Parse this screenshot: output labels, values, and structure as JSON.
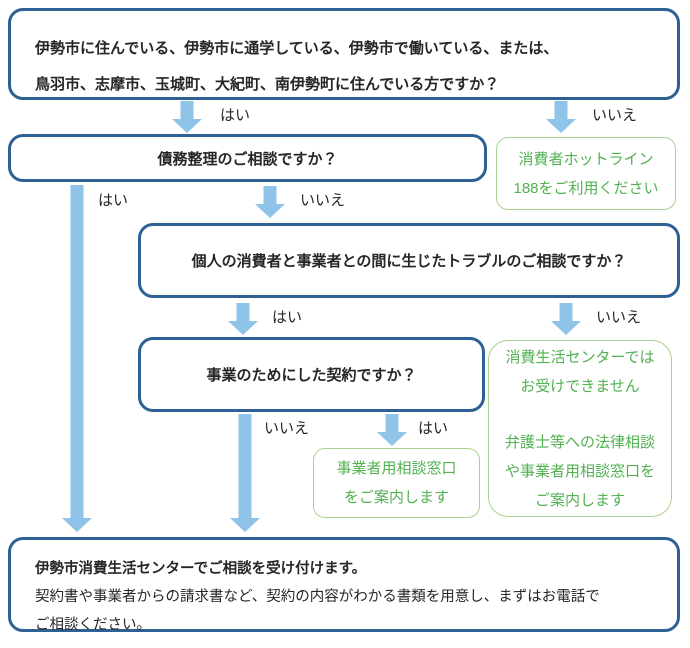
{
  "flow": {
    "q1": {
      "line1": "伊勢市に住んでいる、伊勢市に通学している、伊勢市で働いている、または、",
      "line2": "鳥羽市、志摩市、玉城町、大紀町、南伊勢町に住んでいる方ですか？"
    },
    "q2": {
      "text": "債務整理のご相談ですか？"
    },
    "q3": {
      "text": "個人の消費者と事業者との間に生じたトラブルのご相談ですか？"
    },
    "q4": {
      "text": "事業のためにした契約ですか？"
    },
    "g1": {
      "line1": "消費者ホットライン",
      "line2": "188をご利用ください"
    },
    "g2": {
      "line1": "消費生活センターでは",
      "line2": "お受けできません",
      "line3": "弁護士等への法律相談",
      "line4": "や事業者用相談窓口を",
      "line5": "ご案内します"
    },
    "g3": {
      "line1": "事業者用相談窓口",
      "line2": "をご案内します"
    },
    "result": {
      "line1": "伊勢市消費生活センターでご相談を受け付けます。",
      "line2": "契約書や事業者からの請求書など、契約の内容がわかる書類を用意し、まずはお電話で",
      "line3": "ご相談ください。"
    },
    "labels": {
      "yes": "はい",
      "no": "いいえ"
    }
  },
  "colors": {
    "box_border_blue": "#2e6094",
    "arrow_blue": "#8fc3e8",
    "green_border": "#a9d18e",
    "green_text": "#52b152",
    "text_dark": "#262626"
  }
}
